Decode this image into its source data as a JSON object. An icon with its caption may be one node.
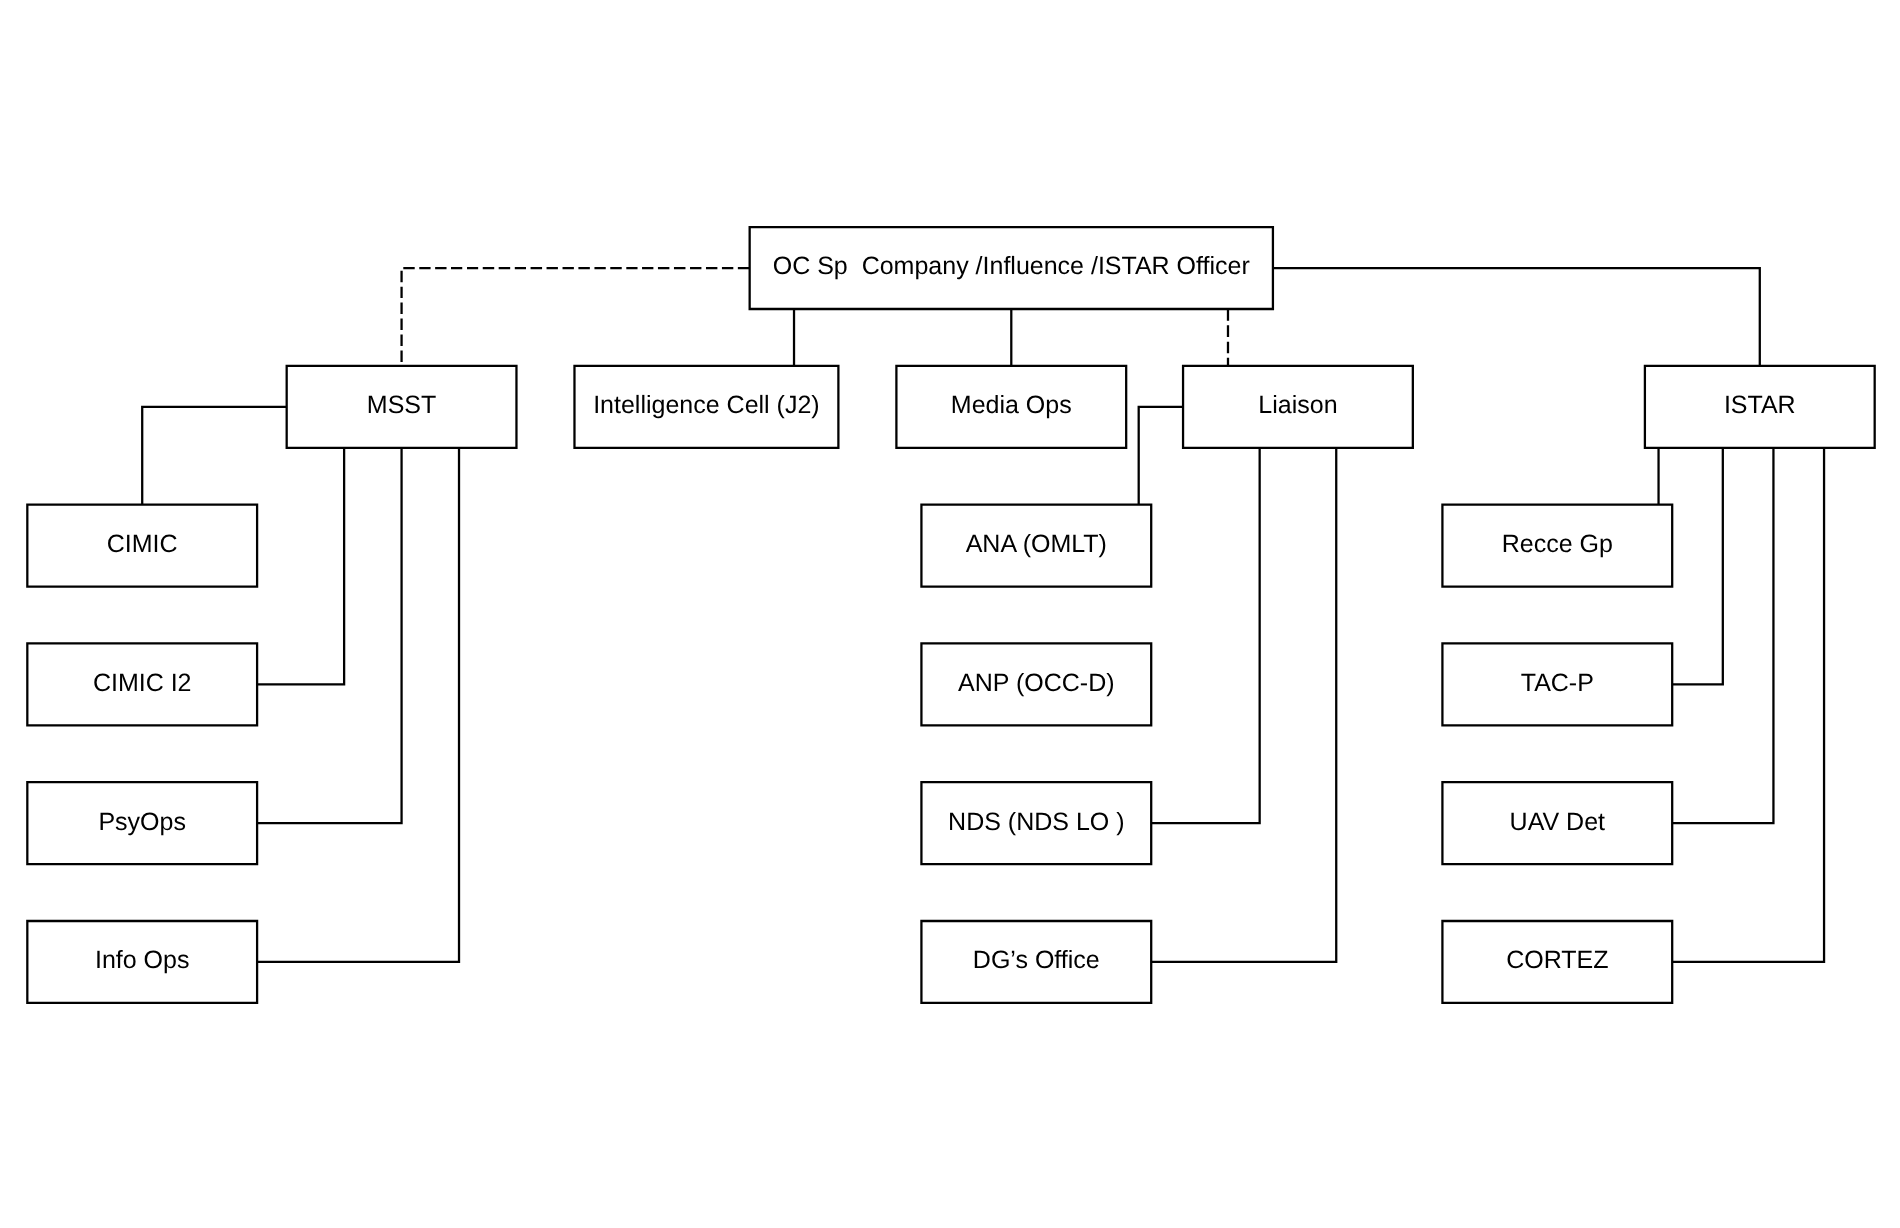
{
  "diagram": {
    "nodes": [
      {
        "text": [
          "OC Sp  Company /Influence /ISTAR Officer"
        ]
      },
      {
        "text": [
          "MSST"
        ]
      },
      {
        "text": [
          "Intelligence Cell (J2)"
        ]
      },
      {
        "text": [
          "Media Ops"
        ]
      },
      {
        "text": [
          "Liaison"
        ]
      },
      {
        "text": [
          "ISTAR"
        ]
      },
      {
        "text": [
          "CIMIC"
        ]
      },
      {
        "text": [
          "CIMIC I2"
        ]
      },
      {
        "text": [
          "PsyOps"
        ]
      },
      {
        "text": [
          "Info Ops"
        ]
      },
      {
        "text": [
          "ANA (OMLT)"
        ]
      },
      {
        "text": [
          "ANP (OCC-D)"
        ]
      },
      {
        "text": [
          "NDS (NDS LO )"
        ]
      },
      {
        "text": [
          "DG’s Office"
        ]
      },
      {
        "text": [
          "Recce Gp"
        ]
      },
      {
        "text": [
          "TAC-P"
        ]
      },
      {
        "text": [
          "UAV Det"
        ]
      },
      {
        "text": [
          "CORTEZ"
        ]
      }
    ],
    "edges": [
      {
        "from": 0,
        "to": 1,
        "arrow": "none",
        "style": "dashed"
      },
      {
        "from": 0,
        "to": 2,
        "arrow": "none"
      },
      {
        "from": 0,
        "to": 3,
        "arrow": "none"
      },
      {
        "from": 0,
        "to": 4,
        "arrow": "none",
        "style": "dashed"
      },
      {
        "from": 0,
        "to": 5,
        "arrow": "none"
      },
      {
        "from": 1,
        "to": 6,
        "arrow": "none"
      },
      {
        "from": 1,
        "to": 7,
        "arrow": "none"
      },
      {
        "from": 1,
        "to": 8,
        "arrow": "none"
      },
      {
        "from": 1,
        "to": 9,
        "arrow": "none"
      },
      {
        "from": 4,
        "to": 10,
        "arrow": "none"
      },
      {
        "from": 4,
        "to": 12,
        "arrow": "none"
      },
      {
        "from": 4,
        "to": 13,
        "arrow": "none"
      },
      {
        "from": 5,
        "to": 14,
        "arrow": "none"
      },
      {
        "from": 5,
        "to": 15,
        "arrow": "none"
      },
      {
        "from": 5,
        "to": 16,
        "arrow": "none"
      },
      {
        "from": 5,
        "to": 17,
        "arrow": "none"
      }
    ]
  }
}
